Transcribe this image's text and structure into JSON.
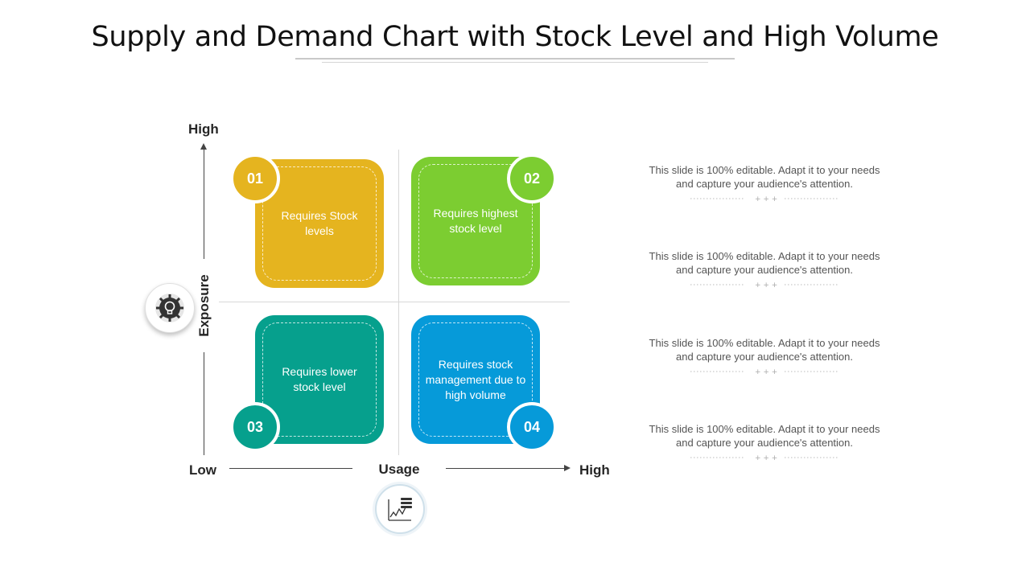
{
  "title": "Supply and Demand Chart with Stock Level and High Volume",
  "axes": {
    "y_high": "High",
    "y_label": "Exposure",
    "x_low": "Low",
    "x_label": "Usage",
    "x_high": "High"
  },
  "quadrants": [
    {
      "number": "01",
      "text": "Requires Stock levels",
      "color": "#e5b41f"
    },
    {
      "number": "02",
      "text": "Requires highest stock level",
      "color": "#7ccd31"
    },
    {
      "number": "03",
      "text": "Requires lower stock level",
      "color": "#06a08d"
    },
    {
      "number": "04",
      "text": "Requires stock management due to high volume",
      "color": "#069ad9"
    }
  ],
  "descriptions": [
    "This slide is 100% editable. Adapt it to your needs and capture your audience's attention.",
    "This slide is 100% editable. Adapt it to your needs and capture your audience's attention.",
    "This slide is 100% editable. Adapt it to your needs and capture your audience's attention.",
    "This slide is 100% editable. Adapt it to your needs and capture your audience's attention."
  ],
  "icons": {
    "exposure_icon": "gear-bulb-icon",
    "usage_icon": "chart-list-icon"
  }
}
